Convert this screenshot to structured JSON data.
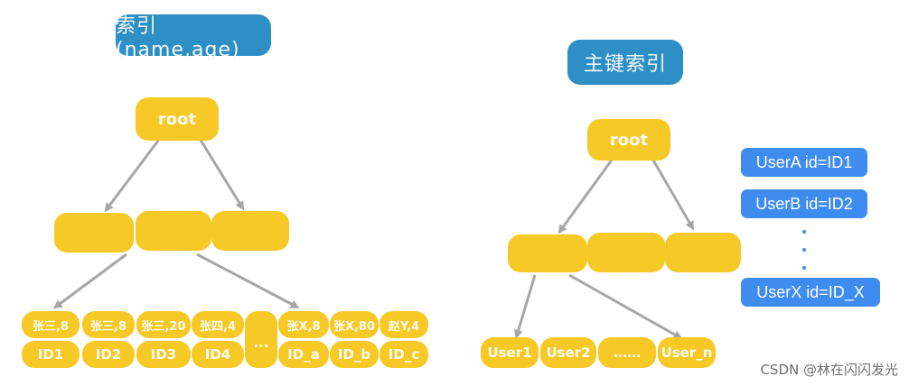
{
  "left_tree": {
    "title": "索引(name,age)",
    "root": "root",
    "leaf_keys": [
      "张三,8",
      "张三,8",
      "张三,20",
      "张四,4",
      "",
      "张X,8",
      "张X,80",
      "赵Y,4"
    ],
    "leaf_ids": [
      "ID1",
      "ID2",
      "ID3",
      "ID4",
      "...",
      "ID_a",
      "ID_b",
      "ID_c"
    ]
  },
  "right_tree": {
    "title": "主键索引",
    "root": "root",
    "leaves": [
      "User1",
      "User2",
      "……",
      "User_n"
    ]
  },
  "user_list": {
    "items": [
      "UserA id=ID1",
      "UserB id=ID2",
      "UserX id=ID_X"
    ]
  },
  "watermark": "CSDN @林在闪闪发光",
  "colors": {
    "node": "#f6c927",
    "title_badge": "#2e8fc4",
    "user_box": "#3f8cf0",
    "arrow": "#a6a6a6"
  }
}
